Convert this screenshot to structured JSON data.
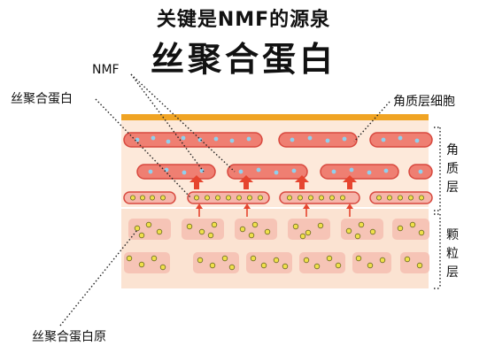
{
  "title": {
    "line1": "关键是NMF的源泉",
    "line2": "丝聚合蛋白"
  },
  "labels": {
    "nmf": "NMF",
    "filaggrin": "丝聚合蛋白",
    "profilaggrin": "丝聚合蛋白原",
    "corneocyte": "角质层细胞",
    "stratum_corneum": [
      "角",
      "质",
      "层"
    ],
    "granular_layer": [
      "颗",
      "粒",
      "层"
    ]
  },
  "colors": {
    "top_band": "#f0a424",
    "layer_bg": "#fbe7d8",
    "cell_fill": "#ef7f72",
    "cell_stroke": "#d8483e",
    "cell_inner": "#f6b5aa",
    "nmf_dot": "#8fd0ee",
    "granule": "#f0e04a",
    "granule_stroke": "#6b6b22",
    "arrow": "#e6452f"
  },
  "icons": [
    "up-arrow-icon"
  ]
}
